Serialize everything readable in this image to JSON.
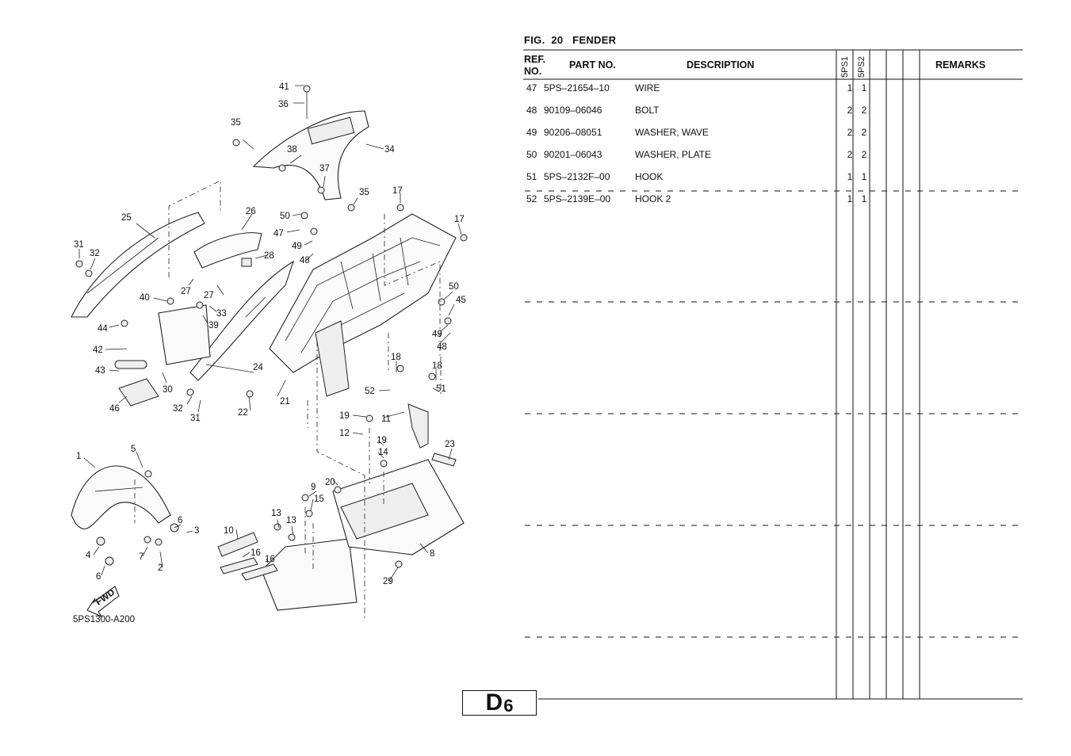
{
  "figure": {
    "label": "FIG.",
    "number": "20",
    "name": "FENDER"
  },
  "table": {
    "headers": {
      "ref_line1": "REF.",
      "ref_line2": "NO.",
      "part_no": "PART NO.",
      "description": "DESCRIPTION",
      "model1": "5PS1",
      "model2": "5PS2",
      "remarks": "REMARKS"
    },
    "rows": [
      {
        "ref": "47",
        "part": "5PS–21654–10",
        "desc": "WIRE",
        "q1": "1",
        "q2": "1"
      },
      {
        "ref": "48",
        "part": "90109–06046",
        "desc": "BOLT",
        "q1": "2",
        "q2": "2"
      },
      {
        "ref": "49",
        "part": "90206–08051",
        "desc": "WASHER, WAVE",
        "q1": "2",
        "q2": "2"
      },
      {
        "ref": "50",
        "part": "90201–06043",
        "desc": "WASHER, PLATE",
        "q1": "2",
        "q2": "2"
      },
      {
        "ref": "51",
        "part": "5PS–2132F–00",
        "desc": "HOOK",
        "q1": "1",
        "q2": "1"
      },
      {
        "ref": "52",
        "part": "5PS–2139E–00",
        "desc": "HOOK 2",
        "q1": "1",
        "q2": "1"
      }
    ]
  },
  "diagram": {
    "code": "5PS1300-A200",
    "fwd_label": "FWD",
    "callouts": [
      "41",
      "36",
      "35",
      "38",
      "34",
      "37",
      "35",
      "17",
      "17",
      "25",
      "26",
      "50",
      "47",
      "49",
      "48",
      "28",
      "31",
      "32",
      "27",
      "27",
      "40",
      "33",
      "39",
      "50",
      "45",
      "44",
      "42",
      "43",
      "30",
      "46",
      "32",
      "31",
      "24",
      "22",
      "21",
      "18",
      "18",
      "52",
      "51",
      "49",
      "48",
      "19",
      "11",
      "12",
      "19",
      "14",
      "23",
      "5",
      "1",
      "6",
      "3",
      "4",
      "7",
      "2",
      "6",
      "9",
      "15",
      "20",
      "13",
      "13",
      "10",
      "16",
      "16",
      "8",
      "29"
    ]
  },
  "page_code": {
    "letter": "D",
    "number": "6"
  }
}
